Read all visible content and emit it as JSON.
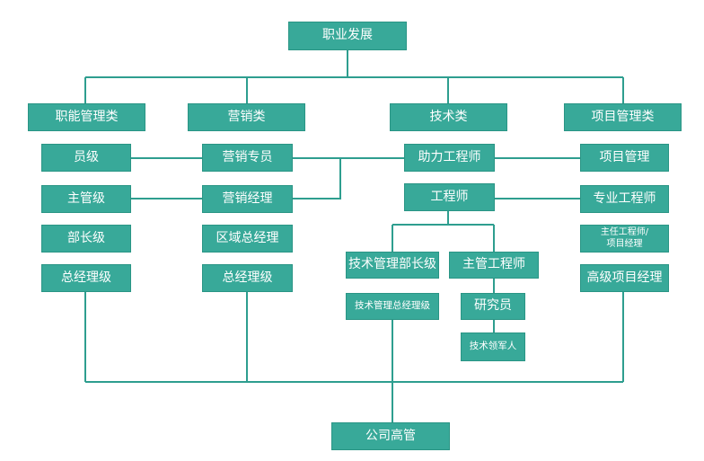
{
  "root": "职业发展",
  "bottom": "公司高管",
  "colors": {
    "box_fill": "#38a999",
    "line": "#2e9e8f",
    "text": "#ffffff"
  },
  "categories": {
    "functional": "职能管理类",
    "marketing": "营销类",
    "technical": "技术类",
    "project": "项目管理类"
  },
  "functional": [
    "员级",
    "主管级",
    "部长级",
    "总经理级"
  ],
  "marketing": [
    "营销专员",
    "营销经理",
    "区域总经理",
    "总经理级"
  ],
  "technical": {
    "main": [
      "助力工程师",
      "工程师"
    ],
    "management": [
      "技术管理部长级",
      "技术管理总经理级"
    ],
    "expert": [
      "主管工程师",
      "研究员",
      "技术领军人"
    ]
  },
  "project": [
    "项目管理",
    "专业工程师",
    "主任工程师/\n项目经理",
    "高级项目经理"
  ]
}
